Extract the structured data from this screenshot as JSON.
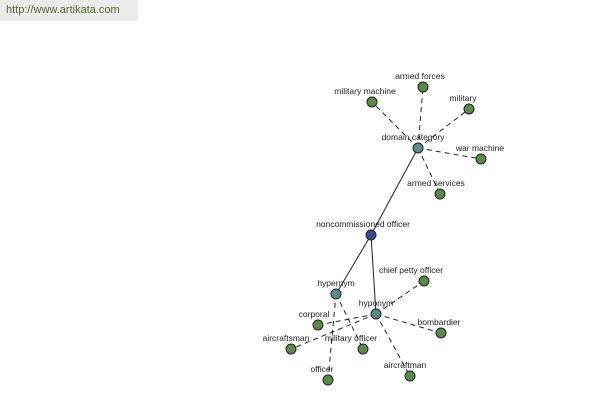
{
  "banner": {
    "url": "http://www.artikata.com"
  },
  "colors": {
    "leaf": "#5a8a4a",
    "relation": "#5a8a8c",
    "center": "#3b4a8c"
  },
  "graph": {
    "nodes": [
      {
        "id": "noncommissioned_officer",
        "label": "noncommissioned officer",
        "kind": "center"
      },
      {
        "id": "domain_category",
        "label": "domain category",
        "kind": "relation"
      },
      {
        "id": "hypernym",
        "label": "hypernym",
        "kind": "relation"
      },
      {
        "id": "hyponym",
        "label": "hyponym",
        "kind": "relation"
      },
      {
        "id": "armed_forces",
        "label": "armed forces",
        "kind": "leaf"
      },
      {
        "id": "military_machine",
        "label": "military machine",
        "kind": "leaf"
      },
      {
        "id": "military",
        "label": "military",
        "kind": "leaf"
      },
      {
        "id": "war_machine",
        "label": "war machine",
        "kind": "leaf"
      },
      {
        "id": "armed_services",
        "label": "armed services",
        "kind": "leaf"
      },
      {
        "id": "chief_petty_officer",
        "label": "chief petty officer",
        "kind": "leaf"
      },
      {
        "id": "corporal",
        "label": "corporal",
        "kind": "leaf"
      },
      {
        "id": "bombardier",
        "label": "bombardier",
        "kind": "leaf"
      },
      {
        "id": "aircraftsman",
        "label": "aircraftsman",
        "kind": "leaf"
      },
      {
        "id": "military_officer",
        "label": "military officer",
        "kind": "leaf"
      },
      {
        "id": "officer",
        "label": "officer",
        "kind": "leaf"
      },
      {
        "id": "aircraftman",
        "label": "aircraftman",
        "kind": "leaf"
      }
    ],
    "edges": [
      {
        "from": "noncommissioned_officer",
        "to": "domain_category",
        "style": "solid"
      },
      {
        "from": "noncommissioned_officer",
        "to": "hypernym",
        "style": "solid"
      },
      {
        "from": "noncommissioned_officer",
        "to": "hyponym",
        "style": "solid"
      },
      {
        "from": "domain_category",
        "to": "armed_forces",
        "style": "dashed"
      },
      {
        "from": "domain_category",
        "to": "military_machine",
        "style": "dashed"
      },
      {
        "from": "domain_category",
        "to": "military",
        "style": "dashed"
      },
      {
        "from": "domain_category",
        "to": "war_machine",
        "style": "dashed"
      },
      {
        "from": "domain_category",
        "to": "armed_services",
        "style": "dashed"
      },
      {
        "from": "hyponym",
        "to": "chief_petty_officer",
        "style": "dashed"
      },
      {
        "from": "hyponym",
        "to": "corporal",
        "style": "dashed"
      },
      {
        "from": "hyponym",
        "to": "bombardier",
        "style": "dashed"
      },
      {
        "from": "hyponym",
        "to": "aircraftsman",
        "style": "dashed"
      },
      {
        "from": "hyponym",
        "to": "aircraftman",
        "style": "dashed"
      },
      {
        "from": "hypernym",
        "to": "military_officer",
        "style": "dashed"
      },
      {
        "from": "hypernym",
        "to": "officer",
        "style": "dashed"
      }
    ]
  }
}
